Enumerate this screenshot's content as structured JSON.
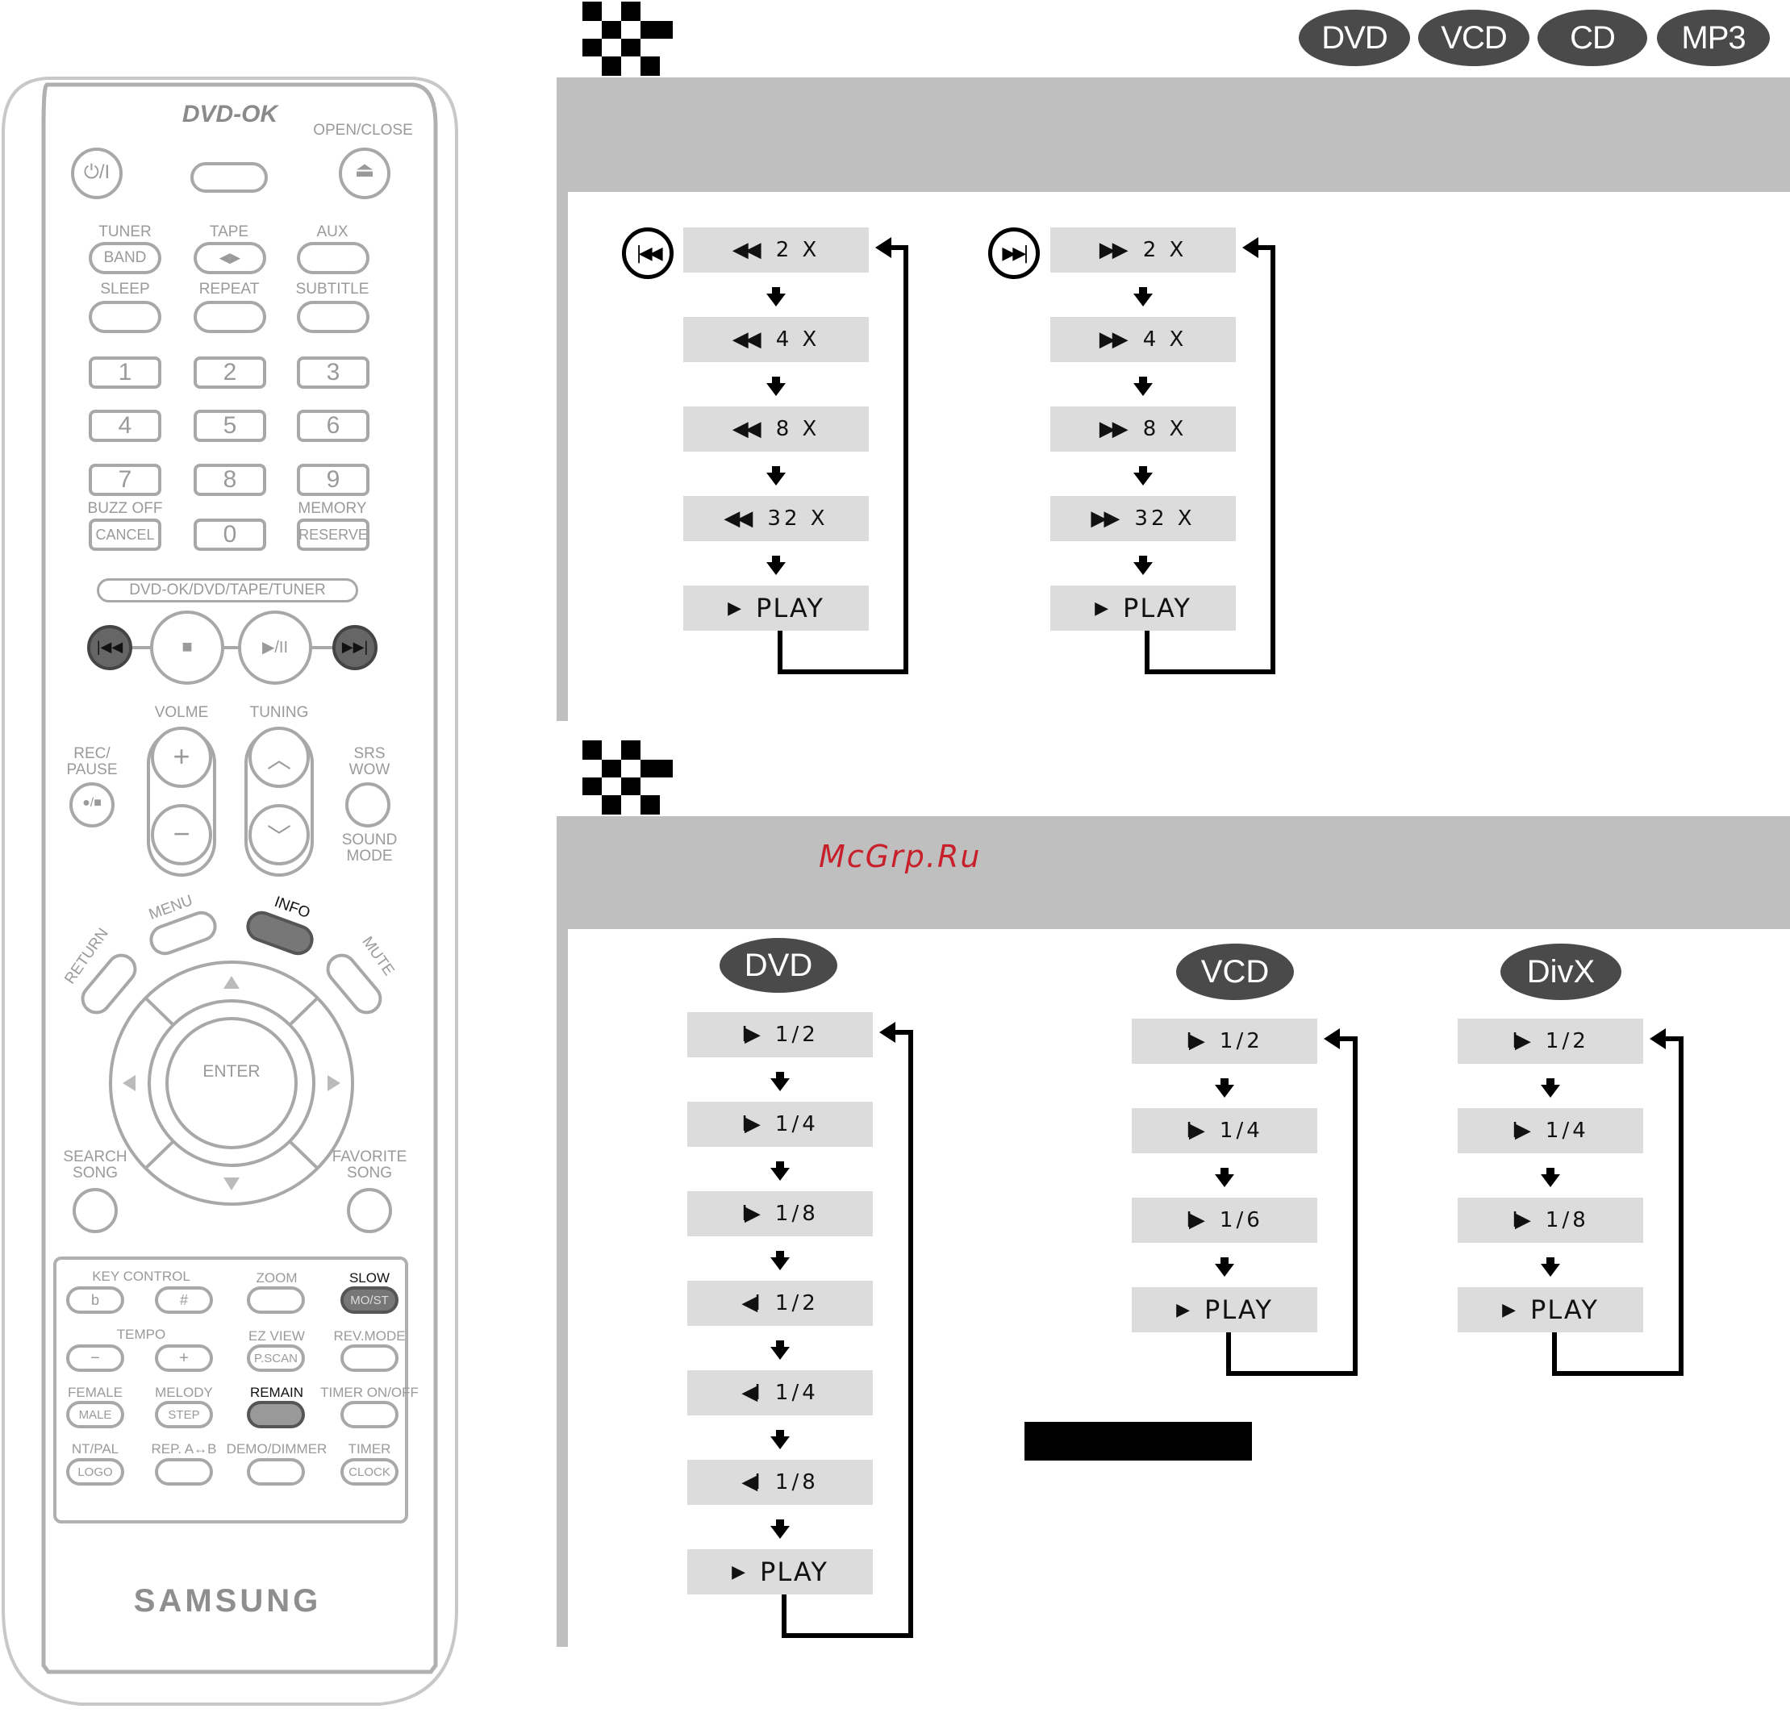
{
  "header": {
    "badges": [
      "DVD",
      "VCD",
      "CD",
      "MP3"
    ]
  },
  "watermark": "McGrp.Ru",
  "search": {
    "backward": {
      "icon": "skip-back-icon",
      "steps": [
        {
          "symbol": "◀◀",
          "label": "2 X"
        },
        {
          "symbol": "◀◀",
          "label": "4 X"
        },
        {
          "symbol": "◀◀",
          "label": "8 X"
        },
        {
          "symbol": "◀◀",
          "label": "32 X"
        },
        {
          "symbol": "▶",
          "label": "PLAY"
        }
      ]
    },
    "forward": {
      "icon": "skip-forward-icon",
      "steps": [
        {
          "symbol": "▶▶",
          "label": "2 X"
        },
        {
          "symbol": "▶▶",
          "label": "4 X"
        },
        {
          "symbol": "▶▶",
          "label": "8 X"
        },
        {
          "symbol": "▶▶",
          "label": "32 X"
        },
        {
          "symbol": "▶",
          "label": "PLAY"
        }
      ]
    }
  },
  "slow": {
    "dvd": {
      "badge": "DVD",
      "steps": [
        {
          "symbol": "I▶",
          "label": "1/2"
        },
        {
          "symbol": "I▶",
          "label": "1/4"
        },
        {
          "symbol": "I▶",
          "label": "1/8"
        },
        {
          "symbol": "◀I",
          "label": "1/2"
        },
        {
          "symbol": "◀I",
          "label": "1/4"
        },
        {
          "symbol": "◀I",
          "label": "1/8"
        },
        {
          "symbol": "▶",
          "label": "PLAY"
        }
      ]
    },
    "vcd": {
      "badge": "VCD",
      "steps": [
        {
          "symbol": "I▶",
          "label": "1/2"
        },
        {
          "symbol": "I▶",
          "label": "1/4"
        },
        {
          "symbol": "I▶",
          "label": "1/6"
        },
        {
          "symbol": "▶",
          "label": "PLAY"
        }
      ]
    },
    "divx": {
      "badge": "DivX",
      "steps": [
        {
          "symbol": "I▶",
          "label": "1/2"
        },
        {
          "symbol": "I▶",
          "label": "1/4"
        },
        {
          "symbol": "I▶",
          "label": "1/8"
        },
        {
          "symbol": "▶",
          "label": "PLAY"
        }
      ]
    }
  },
  "remote": {
    "logo": "DVD-OK",
    "brand": "SAMSUNG",
    "open_close": "OPEN/CLOSE",
    "power": "⏻/I",
    "tuner": "TUNER",
    "band": "BAND",
    "tape": "TAPE",
    "tape_btn": "◀▶",
    "aux": "AUX",
    "sleep": "SLEEP",
    "repeat": "REPEAT",
    "subtitle": "SUBTITLE",
    "digits": [
      "1",
      "2",
      "3",
      "4",
      "5",
      "6",
      "7",
      "8",
      "9"
    ],
    "buzz_off": "BUZZ OFF",
    "cancel": "CANCEL",
    "zero": "0",
    "memory": "MEMORY",
    "reserve": "RESERVE",
    "mode_bar": "DVD-OK/DVD/TAPE/TUNER",
    "volume": "VOLME",
    "tuning": "TUNING",
    "rec_pause": "REC/\nPAUSE",
    "srs_wow": "SRS\nWOW",
    "sound_mode": "SOUND\nMODE",
    "menu": "MENU",
    "info": "INFO",
    "return": "RETURN",
    "mute": "MUTE",
    "enter": "ENTER",
    "search_song": "SEARCH\nSONG",
    "favorite_song": "FAVORITE\nSONG",
    "key_control": "KEY CONTROL",
    "flat": "b",
    "sharp": "#",
    "zoom": "ZOOM",
    "slow": "SLOW",
    "mo_st": "MO/ST",
    "tempo": "TEMPO",
    "minus": "−",
    "plus": "+",
    "ez_view": "EZ VIEW",
    "p_scan": "P.SCAN",
    "rev_mode": "REV.MODE",
    "female": "FEMALE",
    "male": "MALE",
    "melody": "MELODY",
    "step": "STEP",
    "remain": "REMAIN",
    "timer_onoff": "TIMER ON/OFF",
    "nt_pal": "NT/PAL",
    "logo_btn": "LOGO",
    "rep_ab": "REP. A↔B",
    "demo_dimmer": "DEMO/DIMMER",
    "timer": "TIMER",
    "clock": "CLOCK"
  }
}
